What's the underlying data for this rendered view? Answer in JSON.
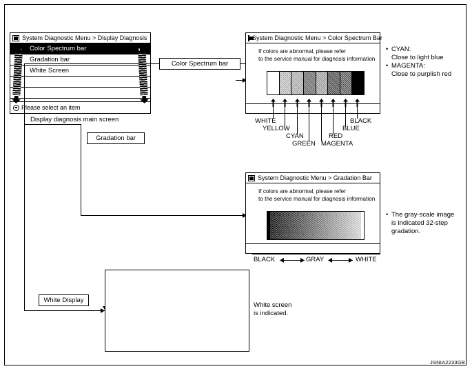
{
  "figure": {
    "reference_code": "JSNIA2233GB",
    "main_screen_caption": "Display diagnosis main screen"
  },
  "menu_panel": {
    "title": "System Diagnostic Menu > Display Diagnosis",
    "title_icon": "menu-icon",
    "items": [
      {
        "label": "Color Spectrum bar",
        "selected": true
      },
      {
        "label": "Gradation bar",
        "selected": false
      },
      {
        "label": "White Screen",
        "selected": false
      },
      {
        "label": "",
        "selected": false
      },
      {
        "label": "",
        "selected": false
      },
      {
        "label": "",
        "selected": false
      }
    ],
    "status_text": "Please select an item",
    "status_icon": "enter-button-icon",
    "scroll_up_icon": "scroll-up-arrow",
    "scroll_down_icon": "scroll-down-arrow"
  },
  "callouts": [
    {
      "label": "Color Spectrum bar"
    },
    {
      "label": "Gradation bar"
    },
    {
      "label": "White Display"
    }
  ],
  "spectrum_panel": {
    "title": "System Diagnostic Menu > Color Spectrum Bar",
    "title_icon": "menu-icon",
    "note_line1": "If colors are abnormal, please refer",
    "note_line2": "to the service manual for diagnosis information",
    "bars": [
      {
        "name": "WHITE",
        "fill": "#ffffff"
      },
      {
        "name": "YELLOW",
        "fill": "#d9d9d9"
      },
      {
        "name": "CYAN",
        "fill": "#c4c4c4"
      },
      {
        "name": "GREEN",
        "fill": "#6e6e6e"
      },
      {
        "name": "MAGENTA",
        "fill": "#b5b5b5"
      },
      {
        "name": "RED",
        "fill": "#4a4a4a"
      },
      {
        "name": "BLUE",
        "fill": "#5c5c5c"
      },
      {
        "name": "BLACK",
        "fill": "#000000"
      }
    ],
    "labels": [
      "WHITE",
      "YELLOW",
      "CYAN",
      "GREEN",
      "MAGENTA",
      "RED",
      "BLUE",
      "BLACK"
    ]
  },
  "spectrum_annotations": [
    {
      "bullet": "•",
      "line1": "CYAN:",
      "line2": "Close to light blue"
    },
    {
      "bullet": "•",
      "line1": "MAGENTA:",
      "line2": "Close to purplish red"
    }
  ],
  "gradation_panel": {
    "title": "System Diagnostic Menu > Gradation Bar",
    "title_icon": "menu-icon",
    "note_line1": "If colors are abnormal, please refer",
    "note_line2": "to the service manual for diagnosis information",
    "steps": 32,
    "scale_labels": {
      "left": "BLACK",
      "middle": "GRAY",
      "right": "WHITE"
    }
  },
  "gradation_annotation": {
    "bullet": "•",
    "line1": "The gray-scale image",
    "line2": "is indicated 32-step",
    "line3": "gradation."
  },
  "white_screen": {
    "caption_line1": "White screen",
    "caption_line2": "is indicated."
  }
}
